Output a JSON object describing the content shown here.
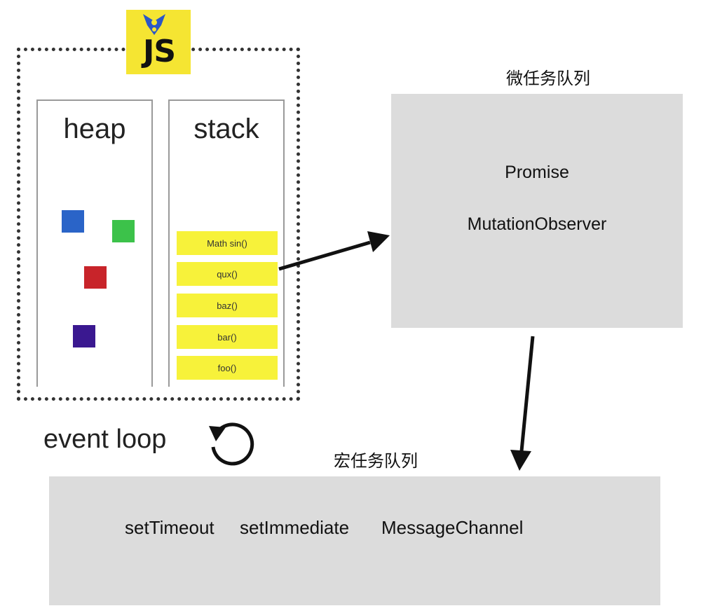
{
  "js_logo": {
    "text": "JS",
    "background": "#f5e532"
  },
  "heap": {
    "title": "heap",
    "objects": [
      {
        "color": "#2a64c8"
      },
      {
        "color": "#3cc24a"
      },
      {
        "color": "#c8242a"
      },
      {
        "color": "#3a1890"
      }
    ]
  },
  "stack": {
    "title": "stack",
    "frames": [
      "Math sin()",
      "qux()",
      "baz()",
      "bar()",
      "foo()"
    ]
  },
  "event_loop": {
    "label": "event loop"
  },
  "microtask_queue": {
    "title": "微任务队列",
    "items": [
      "Promise",
      "MutationObserver"
    ]
  },
  "macrotask_queue": {
    "title": "宏任务队列",
    "items": [
      "setTimeout",
      "setImmediate",
      "MessageChannel"
    ]
  },
  "colors": {
    "frame": "#f7f23a",
    "queue_bg": "#dcdcdc"
  }
}
